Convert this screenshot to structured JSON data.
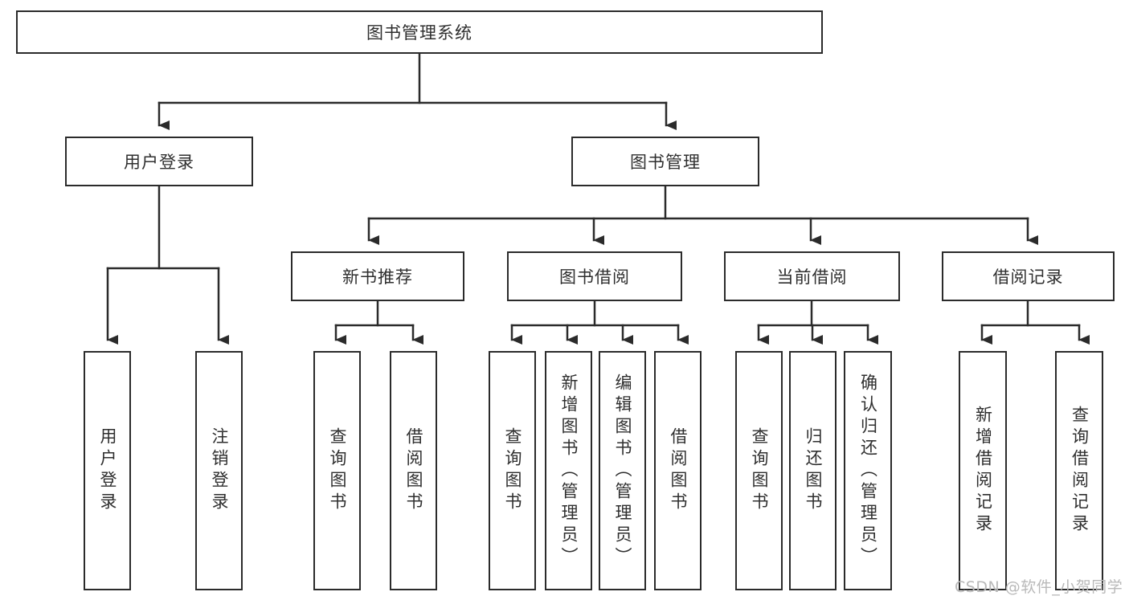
{
  "diagram": {
    "type": "hierarchy-tree",
    "title_node": {
      "label": "图书管理系统"
    },
    "level2": [
      {
        "id": "user-login",
        "label": "用户登录"
      },
      {
        "id": "book-manage",
        "label": "图书管理"
      }
    ],
    "level3": [
      {
        "id": "new-book-recommend",
        "label": "新书推荐",
        "parent": "book-manage"
      },
      {
        "id": "book-borrow",
        "label": "图书借阅",
        "parent": "book-manage"
      },
      {
        "id": "current-borrow",
        "label": "当前借阅",
        "parent": "book-manage"
      },
      {
        "id": "borrow-record",
        "label": "借阅记录",
        "parent": "book-manage"
      }
    ],
    "leaves": [
      {
        "id": "leaf-user-login",
        "label": "用户登录",
        "parent": "user-login"
      },
      {
        "id": "leaf-user-logout",
        "label": "注销登录",
        "parent": "user-login"
      },
      {
        "id": "leaf-query-book-1",
        "label": "查询图书",
        "parent": "new-book-recommend"
      },
      {
        "id": "leaf-borrow-book-1",
        "label": "借阅图书",
        "parent": "new-book-recommend"
      },
      {
        "id": "leaf-query-book-2",
        "label": "查询图书",
        "parent": "book-borrow"
      },
      {
        "id": "leaf-add-book",
        "label": "新增图书（管理员）",
        "parent": "book-borrow"
      },
      {
        "id": "leaf-edit-book",
        "label": "编辑图书（管理员）",
        "parent": "book-borrow"
      },
      {
        "id": "leaf-borrow-book-2",
        "label": "借阅图书",
        "parent": "book-borrow"
      },
      {
        "id": "leaf-query-book-3",
        "label": "查询图书",
        "parent": "current-borrow"
      },
      {
        "id": "leaf-return-book",
        "label": "归还图书",
        "parent": "current-borrow"
      },
      {
        "id": "leaf-confirm-return",
        "label": "确认归还（管理员）",
        "parent": "current-borrow"
      },
      {
        "id": "leaf-add-record",
        "label": "新增借阅记录",
        "parent": "borrow-record"
      },
      {
        "id": "leaf-query-record",
        "label": "查询借阅记录",
        "parent": "borrow-record"
      }
    ],
    "watermark": "CSDN @软件_小贺同学",
    "colors": {
      "stroke": "#2b2b2b",
      "text": "#2f2f2f",
      "background": "#ffffff",
      "watermark": "#b9b9b9"
    }
  }
}
